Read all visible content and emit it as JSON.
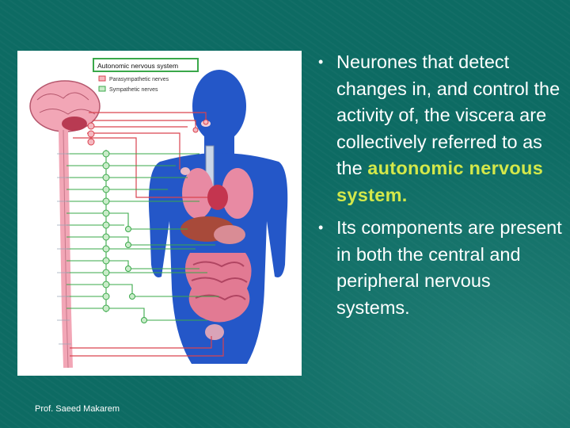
{
  "figure": {
    "legend_title": "Autonomic nervous system",
    "legend_para": "Parasympathetic nerves",
    "legend_symp": "Sympathetic nerves",
    "colors": {
      "parasympathetic": "#d9434f",
      "sympathetic": "#3aa84a",
      "body": "#2457c8",
      "brain": "#f2a6b6"
    }
  },
  "bullets": [
    {
      "text_before": "Neurones that detect changes in, and control the activity of, the viscera are collectively referred to as the ",
      "highlight": "autonomic nervous system."
    },
    {
      "text": "Its components are present in both the central and peripheral nervous systems."
    }
  ],
  "footer": "Prof. Saeed Makarem"
}
